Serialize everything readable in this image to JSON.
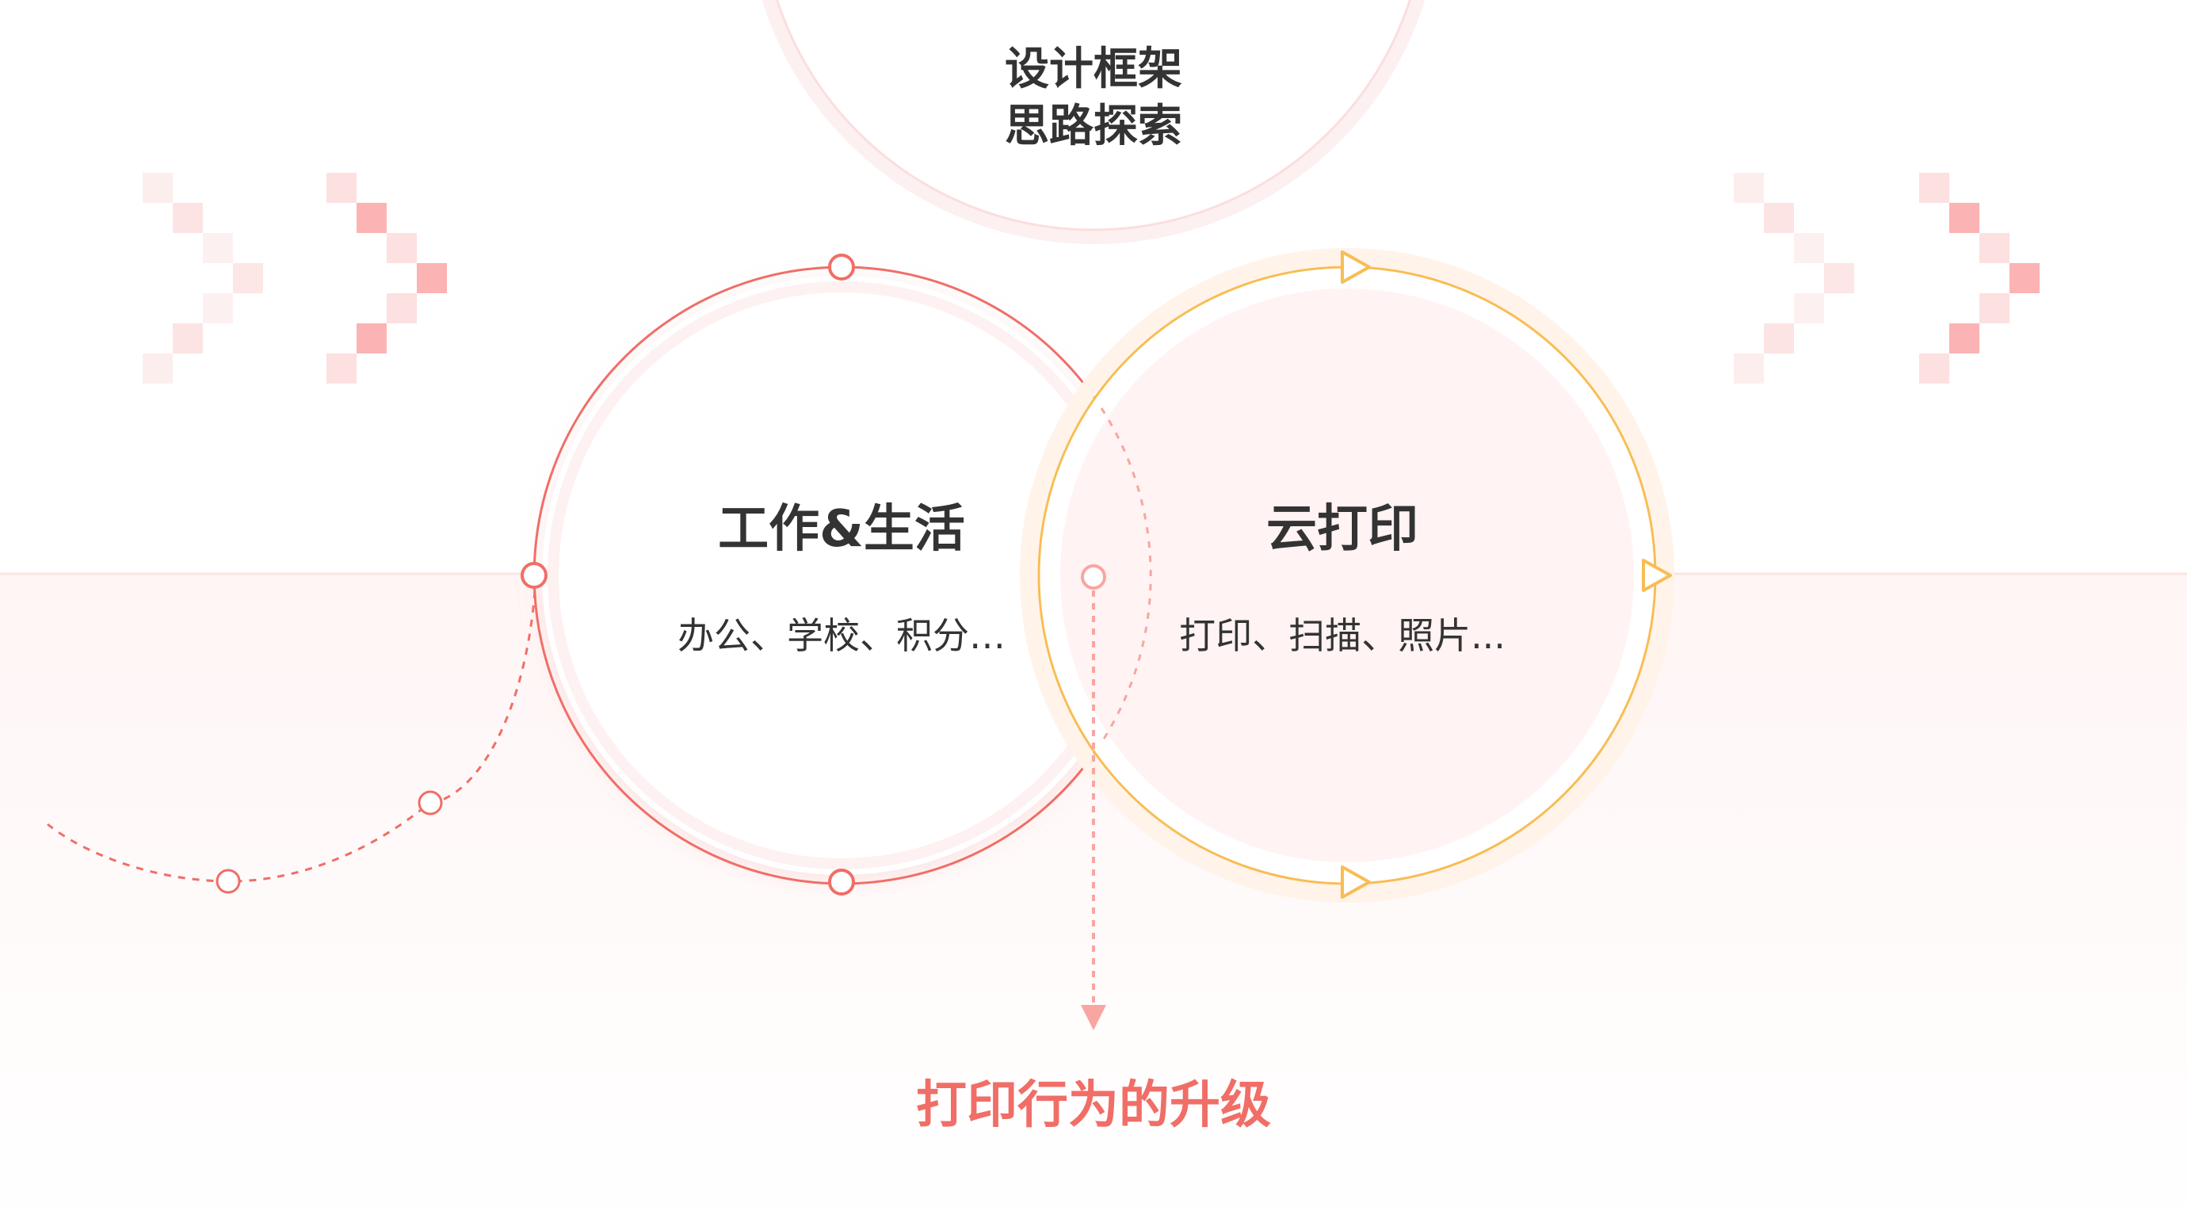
{
  "header": {
    "title_line1": "设计框架",
    "title_line2": "思路探索"
  },
  "left_circle": {
    "title": "工作&生活",
    "description": "办公、学校、积分…"
  },
  "right_circle": {
    "title": "云打印",
    "description": "打印、扫描、照片..."
  },
  "conclusion": {
    "text": "打印行为的升级"
  },
  "colors": {
    "coral": "#f06e67",
    "coral_light": "#f7a6a2",
    "yellow": "#f8bd54",
    "pink_bg": "#fff4f4",
    "text_dark": "#333333"
  }
}
